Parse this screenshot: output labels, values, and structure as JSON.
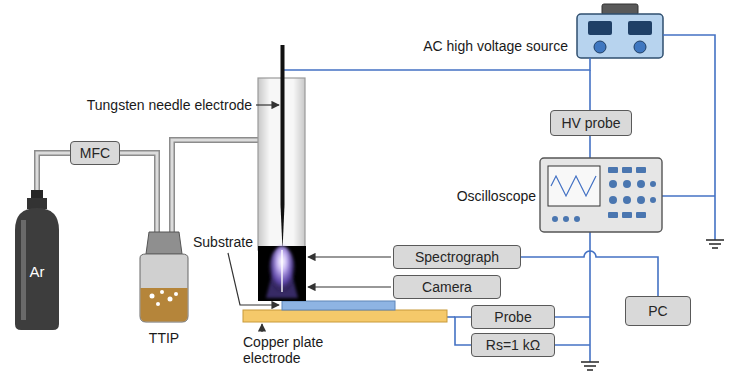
{
  "diagram": {
    "nodes": [
      {
        "text": [
          "Ar"
        ]
      },
      {
        "text": [
          "MFC"
        ]
      },
      {
        "text": [
          "HV probe"
        ]
      },
      {
        "text": [
          "Spectrograph"
        ]
      },
      {
        "text": [
          "Camera"
        ]
      },
      {
        "text": [
          "PC"
        ]
      },
      {
        "text": [
          "Probe"
        ]
      },
      {
        "text": [
          "Rs=1 kΩ"
        ]
      }
    ],
    "edges": [
      {
        "from": 0,
        "to": 1,
        "arrow": "none"
      },
      {
        "from": 3,
        "to": 5,
        "arrow": "none"
      },
      {
        "from": 6,
        "to": 7,
        "arrow": "none"
      }
    ],
    "labels": [
      "AC high voltage source",
      "Tungsten needle electrode",
      "Oscilloscope",
      "Substrate",
      "TTIP",
      "Copper plate electrode"
    ]
  }
}
